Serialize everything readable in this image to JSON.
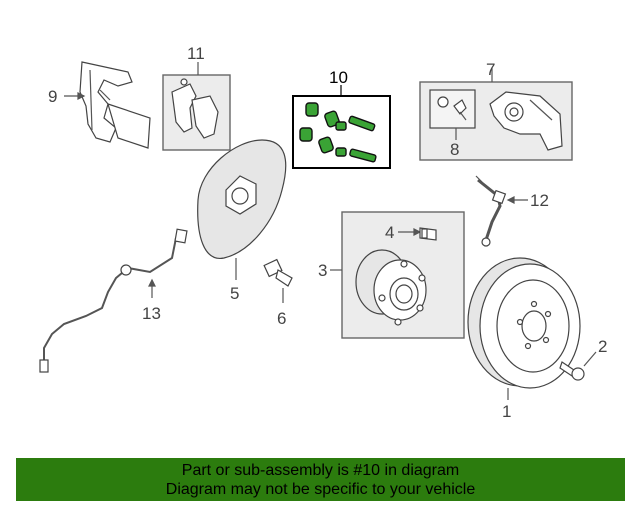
{
  "diagram": {
    "callouts": {
      "c1": "1",
      "c2": "2",
      "c3": "3",
      "c4": "4",
      "c5": "5",
      "c6": "6",
      "c7": "7",
      "c8": "8",
      "c9": "9",
      "c10": "10",
      "c11": "11",
      "c12": "12",
      "c13": "13"
    },
    "highlighted_part": "10",
    "highlight_color": "#3aa335"
  },
  "banner": {
    "line1": "Part or sub-assembly is #10 in diagram",
    "line2": "Diagram may not be specific to your vehicle",
    "background": "#2c7c0e"
  }
}
